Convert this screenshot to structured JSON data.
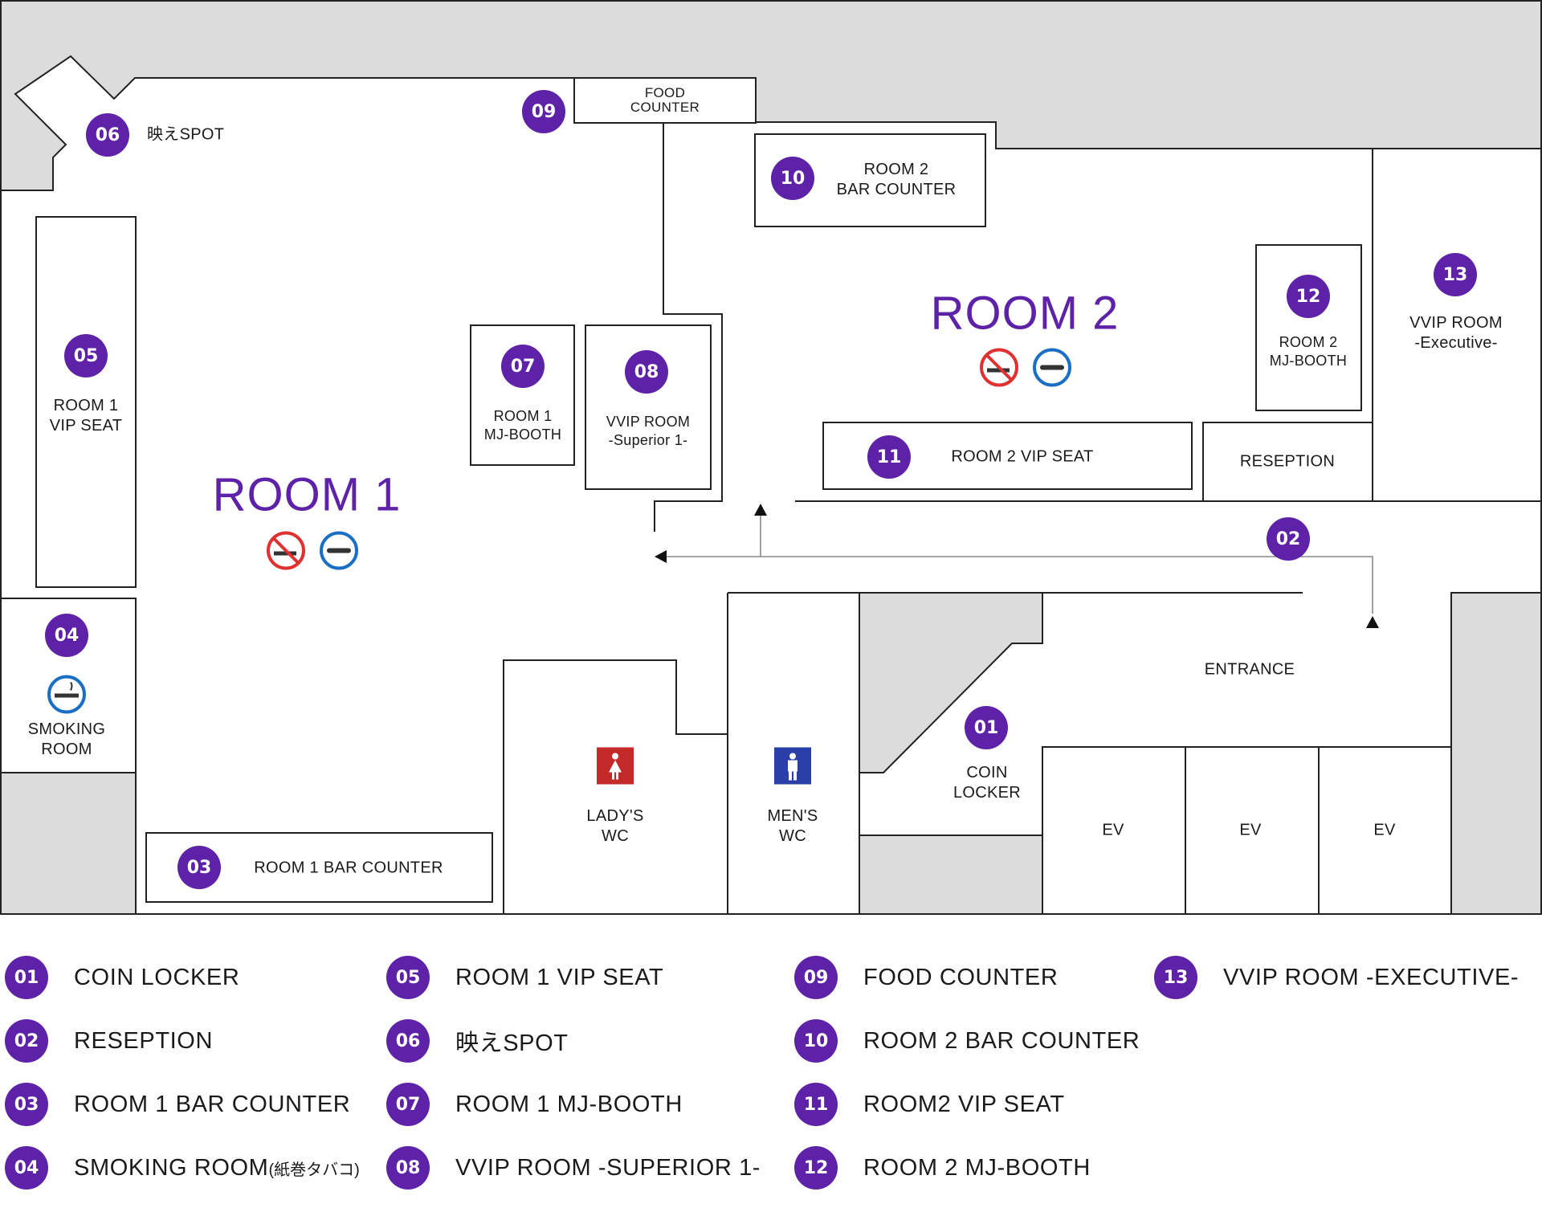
{
  "map": {
    "room1_title": "ROOM 1",
    "room2_title": "ROOM 2",
    "labels": {
      "spot": "映えSPOT",
      "food_counter_1": "FOOD",
      "food_counter_2": "COUNTER",
      "room2_bar_1": "ROOM 2",
      "room2_bar_2": "BAR COUNTER",
      "room1_vip_1": "ROOM 1",
      "room1_vip_2": "VIP SEAT",
      "room1_mj_1": "ROOM 1",
      "room1_mj_2": "MJ-BOOTH",
      "vvip_sup_1": "VVIP ROOM",
      "vvip_sup_2": "-Superior 1-",
      "room2_mj_1": "ROOM 2",
      "room2_mj_2": "MJ-BOOTH",
      "vvip_exec_1": "VVIP ROOM",
      "vvip_exec_2": "-Executive-",
      "room2_vip": "ROOM 2 VIP SEAT",
      "reception": "RESEPTION",
      "smoking_1": "SMOKING",
      "smoking_2": "ROOM",
      "entrance": "ENTRANCE",
      "ladys_1": "LADY'S",
      "ladys_2": "WC",
      "mens_1": "MEN'S",
      "mens_2": "WC",
      "locker_1": "COIN",
      "locker_2": "LOCKER",
      "room1_bar": "ROOM 1 BAR COUNTER",
      "ev1": "EV",
      "ev2": "EV",
      "ev3": "EV"
    },
    "badges": {
      "b01": "01",
      "b02": "02",
      "b03": "03",
      "b04": "04",
      "b05": "05",
      "b06": "06",
      "b07": "07",
      "b08": "08",
      "b09": "09",
      "b10": "10",
      "b11": "11",
      "b12": "12",
      "b13": "13"
    },
    "colors": {
      "accent": "#5e22a8",
      "no_smoking": "#e03030",
      "heated_tobacco": "#1a6fc4",
      "wc_ladies": "#c42a2a",
      "wc_mens": "#2a3fa8",
      "wall_fill": "#dcdcdc"
    }
  },
  "legend": [
    {
      "num": "01",
      "label": "COIN LOCKER"
    },
    {
      "num": "02",
      "label": "RESEPTION"
    },
    {
      "num": "03",
      "label": "ROOM 1 BAR COUNTER"
    },
    {
      "num": "04",
      "label": "SMOKING ROOM",
      "note": "(紙巻タバコ)"
    },
    {
      "num": "05",
      "label": "ROOM 1 VIP SEAT"
    },
    {
      "num": "06",
      "label": "映えSPOT"
    },
    {
      "num": "07",
      "label": "ROOM 1 MJ-BOOTH"
    },
    {
      "num": "08",
      "label": "VVIP ROOM -SUPERIOR 1-"
    },
    {
      "num": "09",
      "label": "FOOD COUNTER"
    },
    {
      "num": "10",
      "label": "ROOM 2 BAR COUNTER"
    },
    {
      "num": "11",
      "label": "ROOM2 VIP SEAT"
    },
    {
      "num": "12",
      "label": "ROOM 2 MJ-BOOTH"
    },
    {
      "num": "13",
      "label": "VVIP ROOM -EXECUTIVE-"
    }
  ]
}
